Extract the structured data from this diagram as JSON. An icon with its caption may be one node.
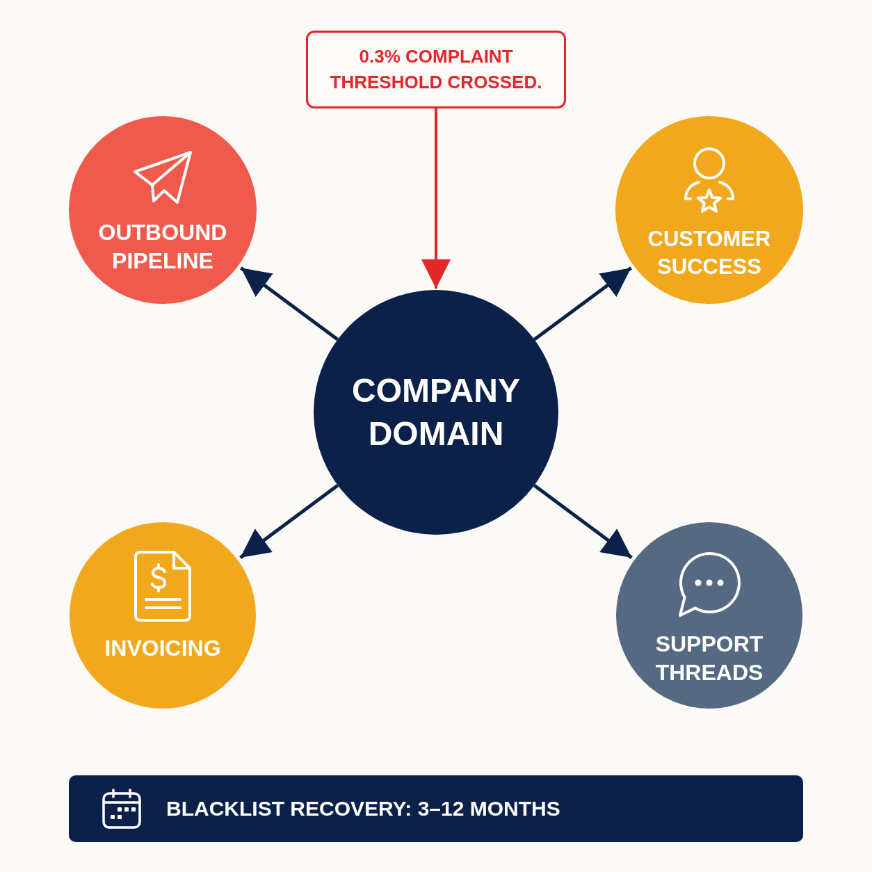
{
  "diagram": {
    "nodes": [
      {
        "text": [
          "0.3% COMPLAINT THRESHOLD CROSSED."
        ]
      },
      {
        "text": [
          "OUTBOUND PIPELINE"
        ]
      },
      {
        "text": [
          "CUSTOMER SUCCESS"
        ]
      },
      {
        "text": [
          "COMPANY DOMAIN"
        ]
      },
      {
        "text": [
          "INVOICING"
        ]
      },
      {
        "text": [
          "SUPPORT THREADS"
        ]
      },
      {
        "text": [
          "BLACKLIST RECOVERY: 3–12 MONTHS"
        ]
      }
    ],
    "edges": [
      {
        "from": 0,
        "to": 3,
        "arrow": "to",
        "color": "#e3262b"
      },
      {
        "from": 3,
        "to": 1,
        "arrow": "to"
      },
      {
        "from": 3,
        "to": 2,
        "arrow": "to"
      },
      {
        "from": 3,
        "to": 4,
        "arrow": "to"
      },
      {
        "from": 3,
        "to": 5,
        "arrow": "to"
      }
    ]
  }
}
